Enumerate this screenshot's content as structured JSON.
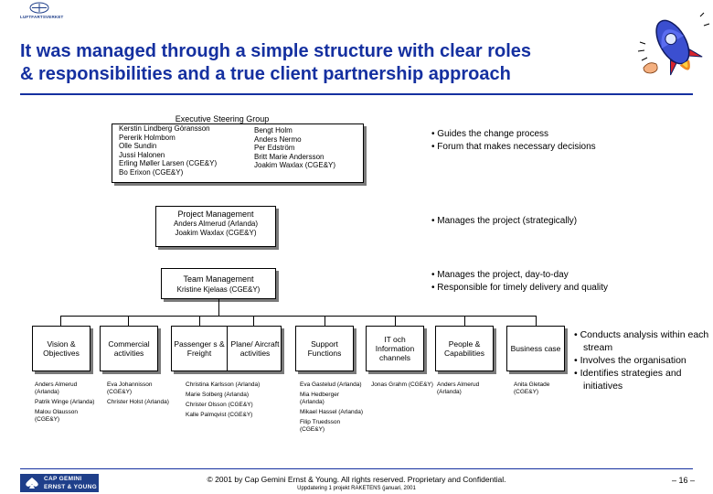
{
  "header": {
    "logo_text": "LUFTFARTSVERKET",
    "title_line1": "It was managed through a simple structure with clear roles",
    "title_line2": "& responsibilities and a true client partnership approach"
  },
  "steering": {
    "title": "Executive Steering Group",
    "left_members": [
      "Kerstin Lindberg Göransson",
      "Pererik Holmbom",
      "Olle Sundin",
      "Jussi Halonen",
      "Erling Møller Larsen (CGE&Y)",
      "Bo Erixon (CGE&Y)"
    ],
    "right_members": [
      "Bengt Holm",
      "Anders Nermo",
      "Per Edström",
      "Britt Marie Andersson",
      "Joakim Waxlax (CGE&Y)"
    ],
    "notes": [
      "• Guides the change process",
      "• Forum that makes necessary decisions"
    ]
  },
  "project_management": {
    "title": "Project Management",
    "members": [
      "Anders Almerud (Arlanda)",
      "Joakim Waxlax (CGE&Y)"
    ],
    "notes": [
      "• Manages the project (strategically)"
    ]
  },
  "team_management": {
    "title": "Team Management",
    "members": [
      "Kristine Kjelaas (CGE&Y)"
    ],
    "notes": [
      "• Manages the project, day-to-day",
      "• Responsible for timely delivery and quality"
    ]
  },
  "streams": [
    {
      "name": "Vision & Objectives",
      "members": [
        "Anders Almerud (Arlanda)",
        "Patrik Winge (Arlanda)",
        "Malou Olausson (CGE&Y)"
      ]
    },
    {
      "name": "Commercial activities",
      "members": [
        "Eva Johannisson (CGE&Y)",
        "Christer Holst (Arlanda)"
      ]
    },
    {
      "name": "Passenger s & Freight",
      "members": [
        "Christina Karlsson (Arlanda)",
        "Marie Solberg (Arlanda)",
        "Christer Olsson (CGE&Y)",
        "Kalle Palmqvist (CGE&Y)"
      ]
    },
    {
      "name": "Plane/ Aircraft activities",
      "members": []
    },
    {
      "name": "Support Functions",
      "members": [
        "Eva Gastelud (Arlanda)",
        "Mia Hedberger (Arlanda)",
        "Mikael Hassel (Arlanda)",
        "Filip Truedsson (CGE&Y)"
      ]
    },
    {
      "name": "IT och Information channels",
      "members": [
        "Jonas Grahm (CGE&Y)"
      ]
    },
    {
      "name": "People & Capabilities",
      "members": [
        "Anders Almerud (Arlanda)"
      ]
    },
    {
      "name": "Business case",
      "members": [
        "Anita Gletade (CGE&Y)"
      ]
    }
  ],
  "stream_notes": [
    "• Conducts analysis within each stream",
    "• Involves the organisation",
    "• Identifies strategies and initiatives"
  ],
  "footer": {
    "logo_line1": "CAP GEMINI",
    "logo_line2": "ERNST & YOUNG",
    "copyright": "© 2001 by Cap Gemini Ernst & Young. All rights reserved. Proprietary and Confidential.",
    "subtext": "Uppdatering 1 projekt RAKETENS (januari, 2001",
    "page": "– 16 –"
  },
  "colors": {
    "title": "#1530a0",
    "footer_logo": "#1f3f8a",
    "shadow": "#7a7a7a"
  }
}
